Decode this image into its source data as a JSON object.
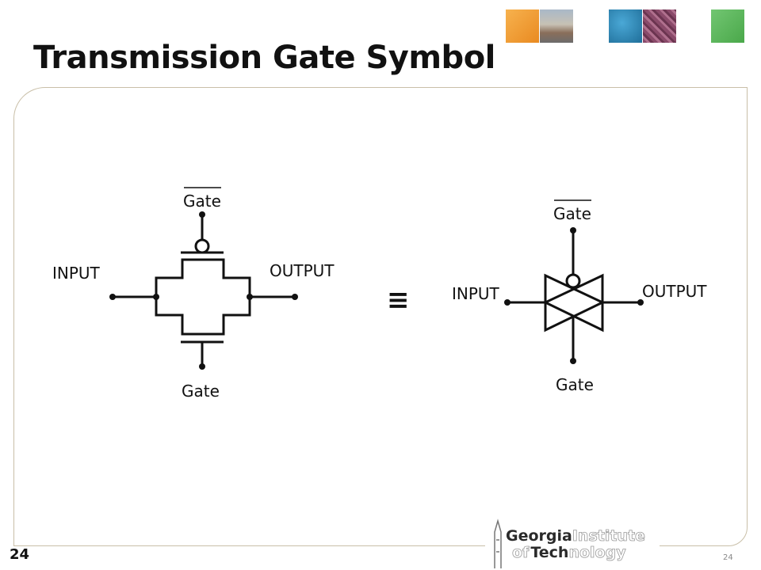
{
  "slide": {
    "title": "Transmission Gate Symbol",
    "page_number": "24",
    "page_number_small": "24"
  },
  "diagram": {
    "left": {
      "top_label": "Gate",
      "bottom_label": "Gate",
      "input_label": "INPUT",
      "output_label": "OUTPUT"
    },
    "equiv_symbol": "≡",
    "right": {
      "top_label": "Gate",
      "bottom_label": "Gate",
      "input_label": "INPUT",
      "output_label": "OUTPUT"
    }
  },
  "logo": {
    "line1_a": "Georgia",
    "line1_b": "Institute",
    "line2_a": "of",
    "line2_b": "Tech",
    "line2_c": "nology"
  },
  "colors": {
    "orange": "#f2a03a",
    "blue": "#2b86b5",
    "green": "#5cb85c",
    "gold_outline": "#c9bfa8",
    "logo_dark": "#2a2a2a",
    "logo_light": "#b0b0b0"
  }
}
